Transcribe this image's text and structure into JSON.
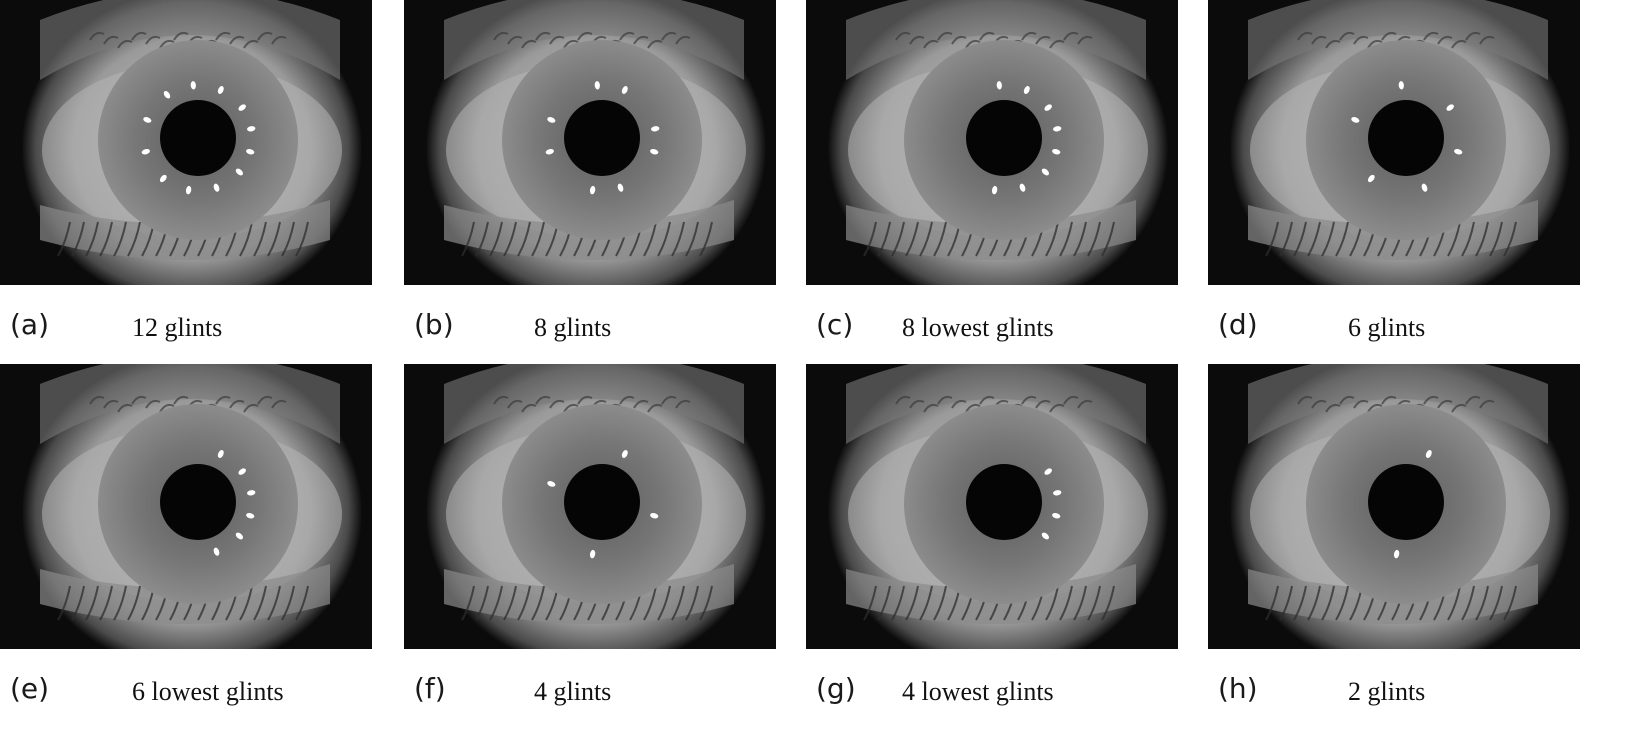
{
  "panels": [
    {
      "letter": "(a)",
      "label": "12 glints",
      "glints": [
        0,
        1,
        2,
        3,
        4,
        5,
        6,
        7,
        8,
        9,
        10,
        11
      ]
    },
    {
      "letter": "(b)",
      "label": "8 glints",
      "glints": [
        0,
        2,
        3,
        5,
        6,
        8,
        9,
        11
      ]
    },
    {
      "letter": "(c)",
      "label": "8 lowest glints",
      "glints": [
        2,
        3,
        4,
        5,
        6,
        7,
        8,
        9
      ]
    },
    {
      "letter": "(d)",
      "label": "6 glints",
      "glints": [
        0,
        2,
        4,
        6,
        8,
        10
      ]
    },
    {
      "letter": "(e)",
      "label": "6 lowest glints",
      "glints": [
        3,
        4,
        5,
        6,
        7,
        8
      ]
    },
    {
      "letter": "(f)",
      "label": "4 glints",
      "glints": [
        0,
        3,
        6,
        9
      ]
    },
    {
      "letter": "(g)",
      "label": "4 lowest glints",
      "glints": [
        4,
        5,
        6,
        7
      ]
    },
    {
      "letter": "(h)",
      "label": "2 glints",
      "glints": [
        3,
        9
      ]
    }
  ]
}
